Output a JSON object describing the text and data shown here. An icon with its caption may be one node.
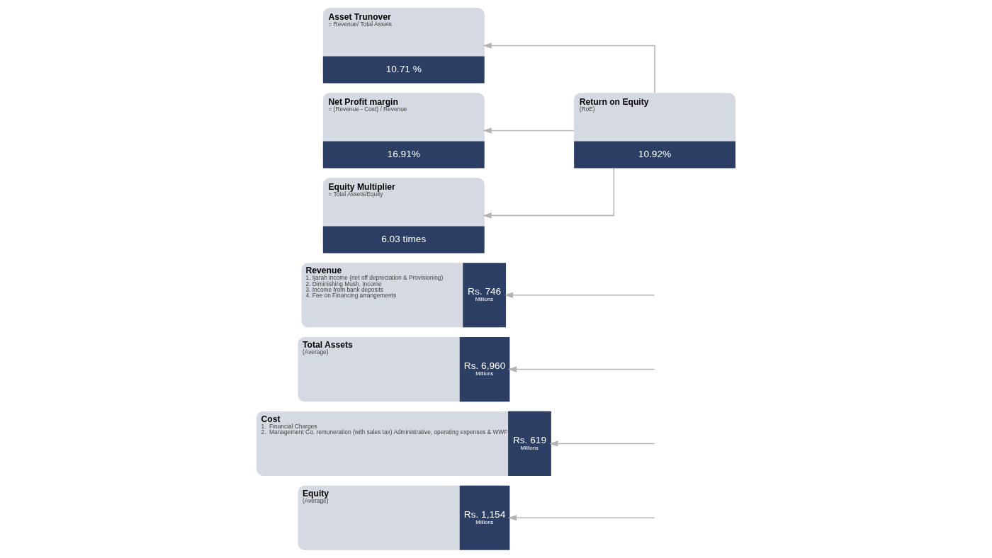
{
  "diagram": {
    "nodes": [
      {
        "text": [
          "Revenue",
          "1. Ijarah income (net off depreciation & Provisioning)",
          "2. Diminishing Mush. Income",
          "3. Income from bank deposits",
          "4. Fee on Financing arrangements",
          "Rs. 746",
          "Millions"
        ]
      },
      {
        "text": [
          "Total Assets",
          "(Average)",
          "Rs. 6,960",
          "Millions"
        ]
      },
      {
        "text": [
          "Cost",
          "1.  Financial Charges",
          "2.  Management Co. remuneration (with sales tax) Administrative, operating expenses & WWF",
          "Rs. 619",
          "Millions"
        ]
      },
      {
        "text": [
          "Equity",
          "(Average)",
          "Rs. 1,154",
          "Millions"
        ]
      },
      {
        "text": [
          "Asset Trunover",
          "= Revenue/ Total Assets",
          "10.71 %"
        ]
      },
      {
        "text": [
          "Net Profit margin",
          "= (Revenue - Cost) / Revenue",
          "16.91%"
        ]
      },
      {
        "text": [
          "Equity Multiplier",
          "= Total Assets/Equity",
          "6.03 times"
        ]
      },
      {
        "text": [
          "Return on Equity",
          "(RoE)",
          "10.92%"
        ]
      }
    ],
    "edges": [
      {
        "from": null,
        "to": 0,
        "arrow": "to"
      },
      {
        "from": null,
        "to": 1,
        "arrow": "to"
      },
      {
        "from": null,
        "to": 2,
        "arrow": "to"
      },
      {
        "from": null,
        "to": 3,
        "arrow": "to"
      },
      {
        "from": 7,
        "to": 4,
        "arrow": "to"
      },
      {
        "from": 7,
        "to": 5,
        "arrow": "to"
      },
      {
        "from": 7,
        "to": 6,
        "arrow": "to"
      }
    ]
  }
}
